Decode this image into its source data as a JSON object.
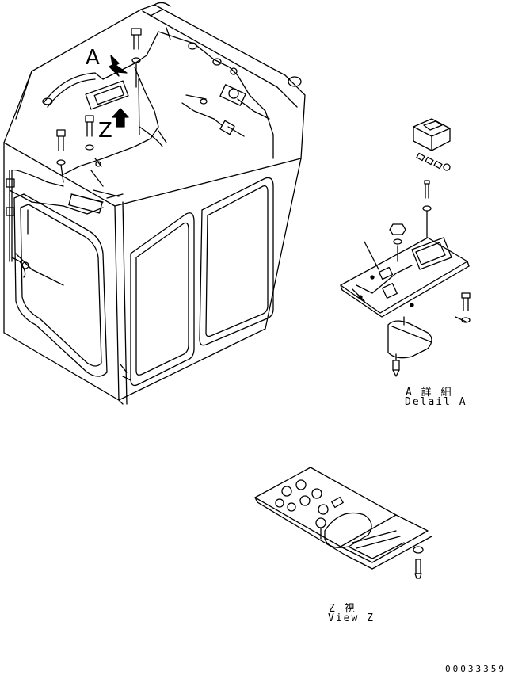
{
  "labels": {
    "callout_a": "A",
    "callout_z": "Z"
  },
  "detail_a": {
    "caption_jp": "A 詳 細",
    "caption_en": "Delail A"
  },
  "view_z": {
    "caption_jp": "Z  視",
    "caption_en": "View Z"
  },
  "drawing_number": "00033359",
  "colors": {
    "line": "#000000",
    "background": "#ffffff"
  }
}
